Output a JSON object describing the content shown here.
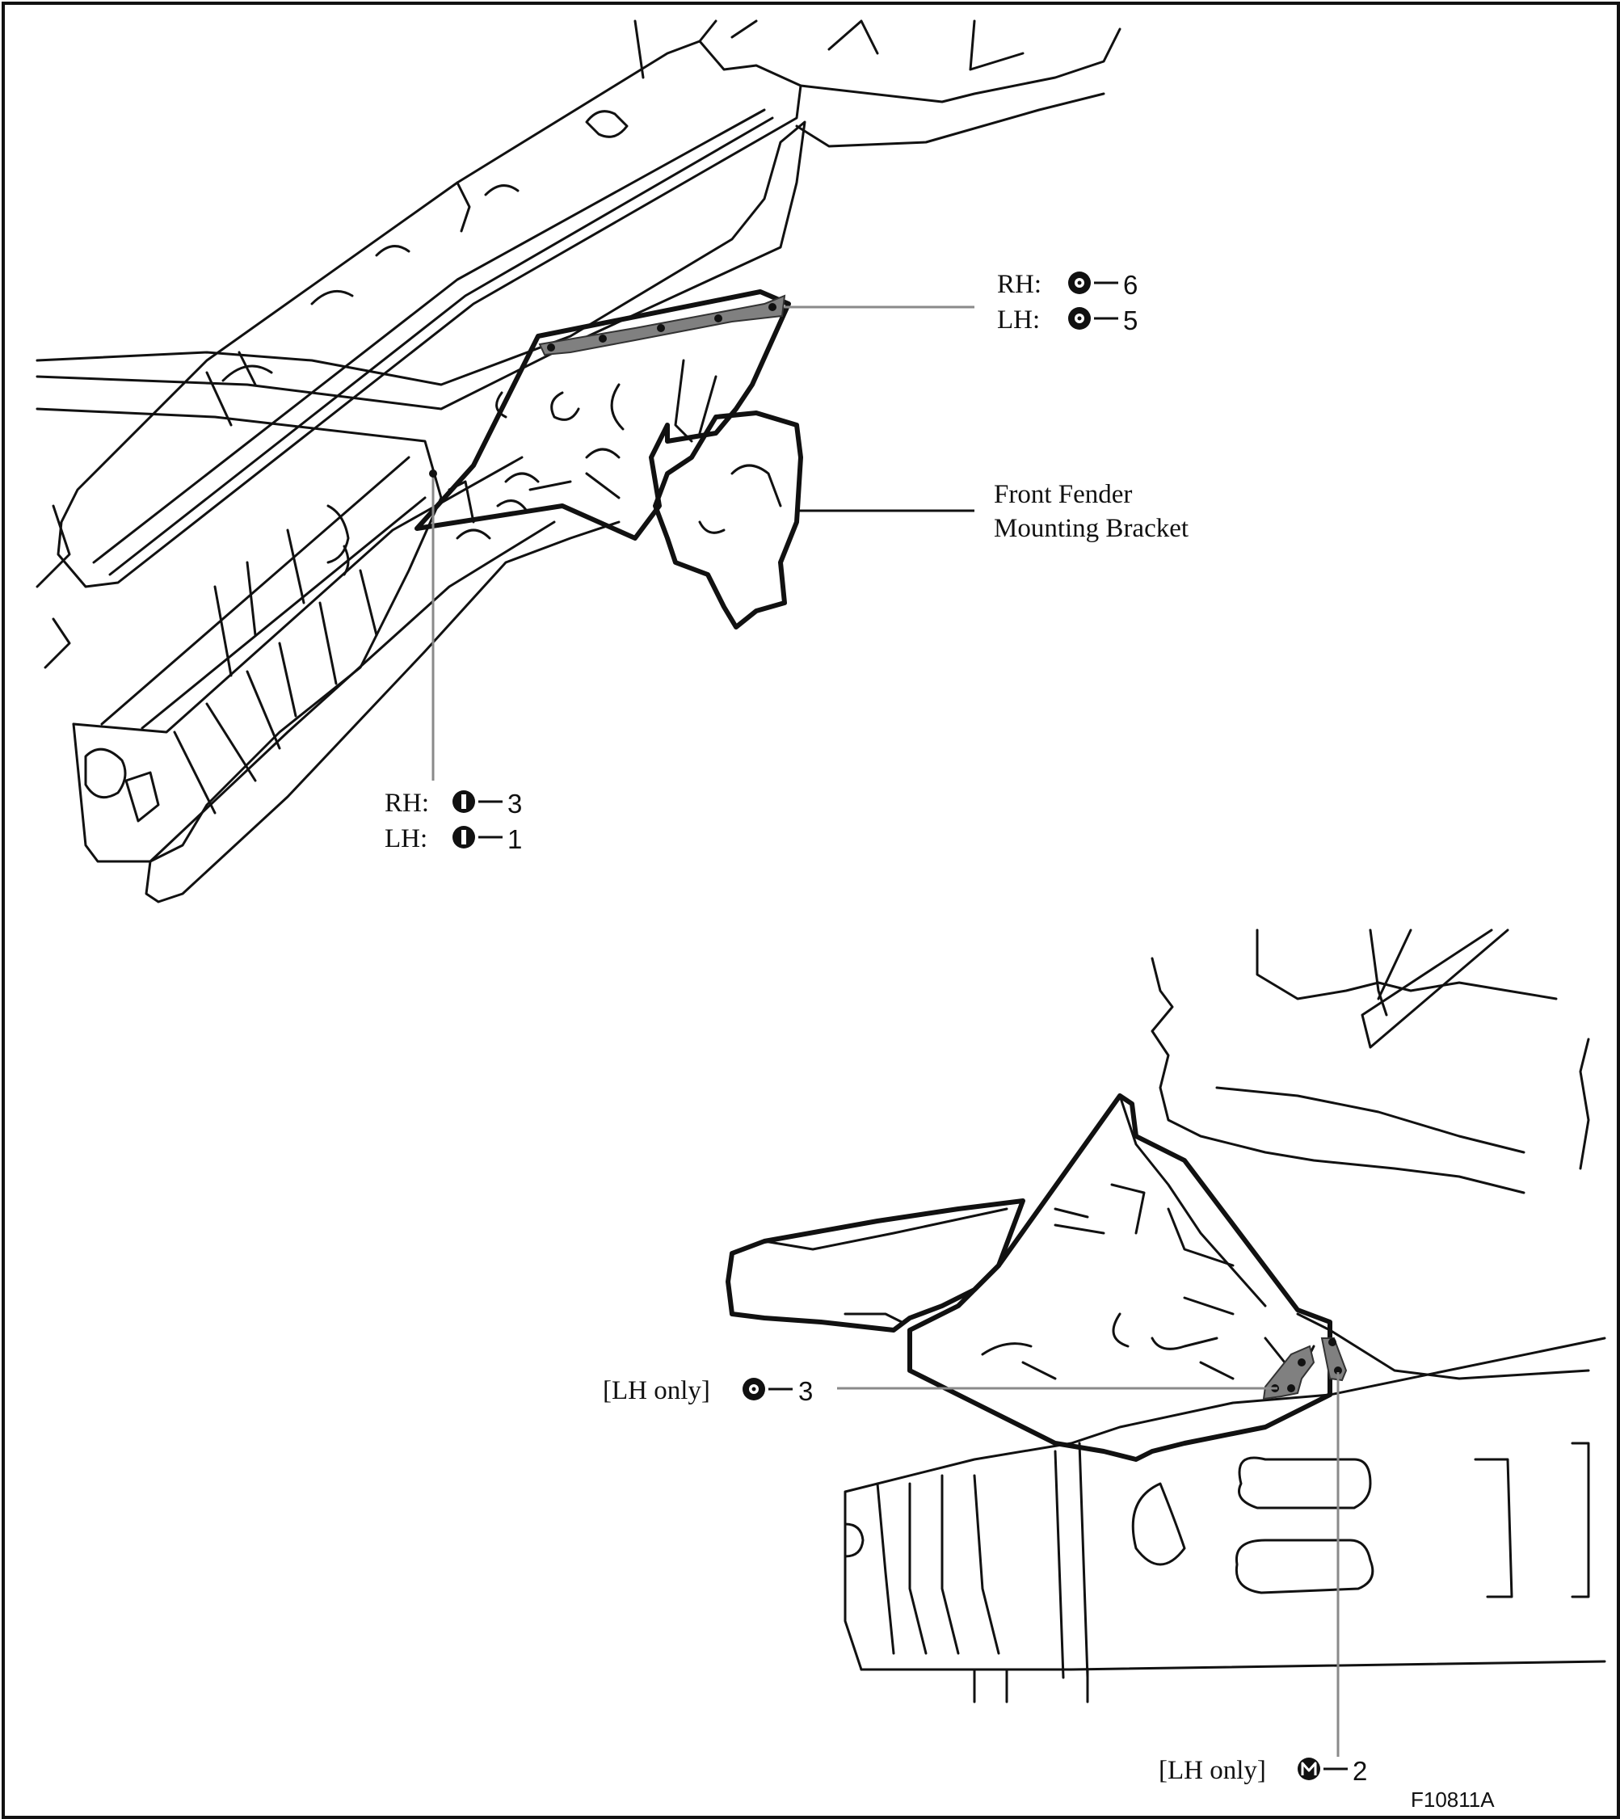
{
  "callouts": {
    "upper_right": {
      "rh_label": "RH:",
      "rh_count": "6",
      "lh_label": "LH:",
      "lh_count": "5",
      "symbol": "ring-weld-symbol"
    },
    "bracket": {
      "line1": "Front Fender",
      "line2": "Mounting Bracket"
    },
    "upper_left": {
      "rh_label": "RH:",
      "rh_count": "3",
      "lh_label": "LH:",
      "lh_count": "1",
      "symbol": "i-weld-symbol"
    },
    "lower_middle": {
      "label": "[LH only]",
      "count": "3",
      "symbol": "ring-weld-symbol"
    },
    "lower_bottom": {
      "label": "[LH only]",
      "count": "2",
      "symbol": "m-weld-symbol"
    }
  },
  "figure_code": "F10811A",
  "colors": {
    "line": "#111111",
    "highlight": "#808080",
    "leader": "#8a8a8a"
  }
}
